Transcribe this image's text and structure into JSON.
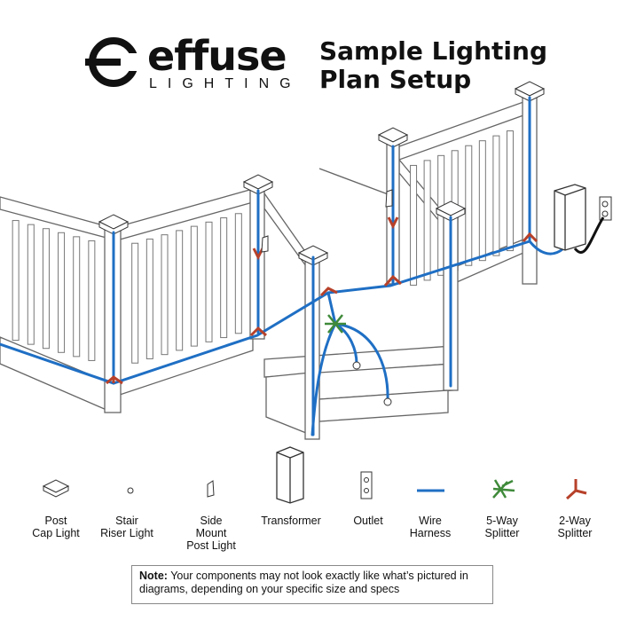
{
  "header": {
    "brand_name": "effuse",
    "brand_sub": "LIGHTING",
    "title_line1": "Sample Lighting",
    "title_line2": "Plan Setup"
  },
  "colors": {
    "wire": "#1f6fc4",
    "splitter_2way": "#b7412a",
    "splitter_5way": "#3f8a3a",
    "line": "#555555"
  },
  "legend": [
    {
      "label_line1": "Post",
      "label_line2": "Cap Light",
      "icon": "post-cap-light-icon"
    },
    {
      "label_line1": "Stair",
      "label_line2": "Riser Light",
      "icon": "stair-riser-light-icon"
    },
    {
      "label_line1": "Side",
      "label_line2": "Mount",
      "label_line3": "Post Light",
      "icon": "side-mount-post-light-icon"
    },
    {
      "label_line1": "Transformer",
      "icon": "transformer-icon"
    },
    {
      "label_line1": "Outlet",
      "icon": "outlet-icon"
    },
    {
      "label_line1": "Wire",
      "label_line2": "Harness",
      "icon": "wire-harness-icon"
    },
    {
      "label_line1": "5-Way",
      "label_line2": "Splitter",
      "icon": "5-way-splitter-icon"
    },
    {
      "label_line1": "2-Way",
      "label_line2": "Splitter",
      "icon": "2-way-splitter-icon"
    }
  ],
  "note": {
    "label": "Note:",
    "text": "Your components may not look exactly like what’s pictured in diagrams, depending on your specific size and specs"
  }
}
